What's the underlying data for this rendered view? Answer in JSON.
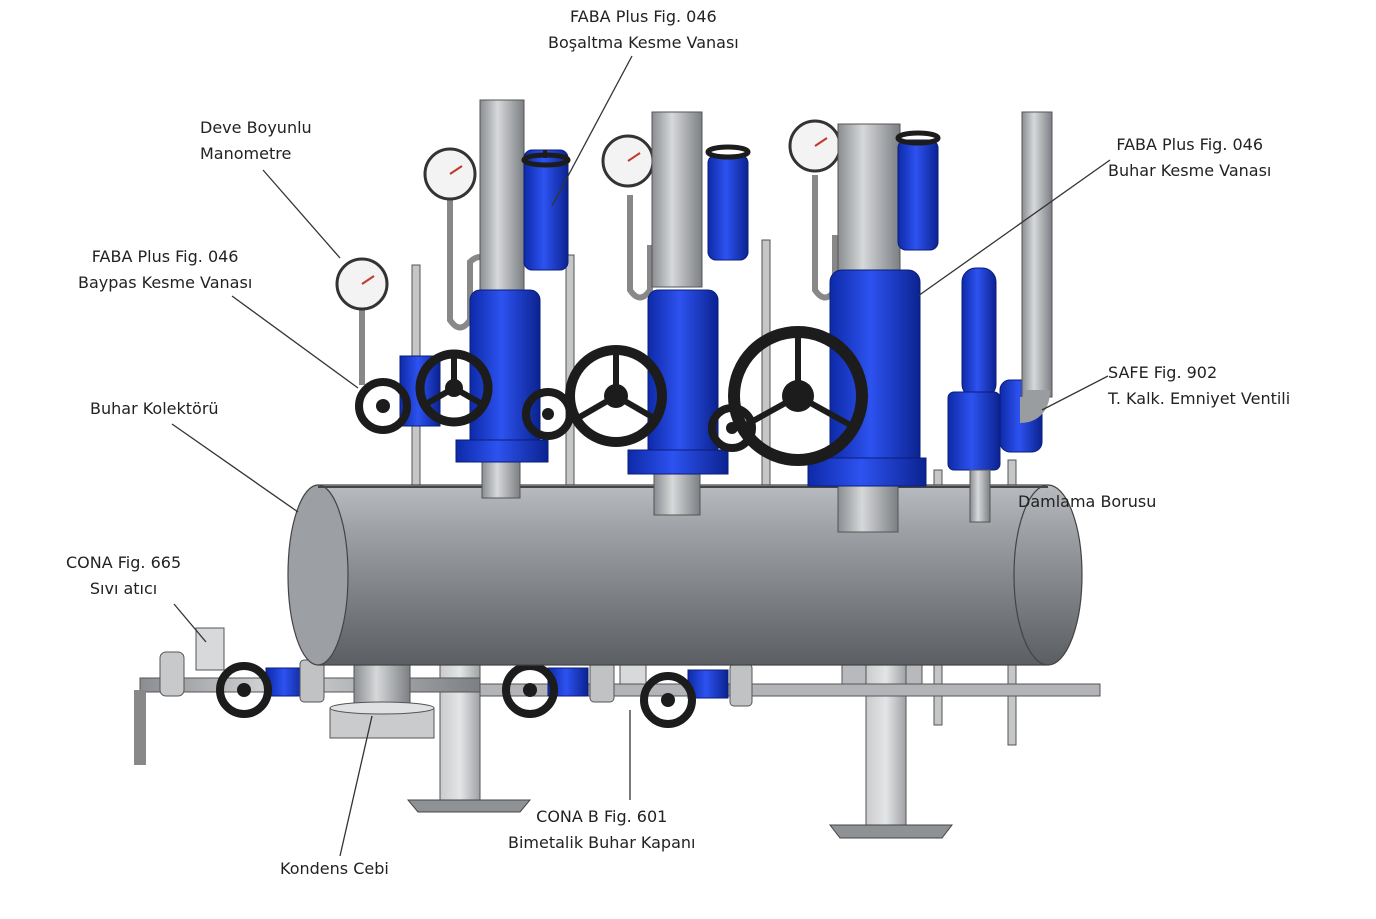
{
  "labels": {
    "bosaltma": {
      "line1": "FABA Plus Fig. 046",
      "line2": "Boşaltma Kesme Vanası"
    },
    "manometre": {
      "line1": "Deve Boyunlu",
      "line2": "Manometre"
    },
    "buhar_kesme": {
      "line1": "FABA Plus Fig. 046",
      "line2": "Buhar Kesme Vanası"
    },
    "baypas": {
      "line1": "FABA Plus Fig. 046",
      "line2": "Baypas Kesme Vanası"
    },
    "safe": {
      "line1": "SAFE Fig. 902",
      "line2": "T. Kalk. Emniyet Ventili"
    },
    "kolektor": {
      "line1": "Buhar Kolektörü"
    },
    "damlama": {
      "line1": "Damlama Borusu"
    },
    "cona665": {
      "line1": "CONA Fig. 665",
      "line2": "Sıvı atıcı"
    },
    "cona601": {
      "line1": "CONA B Fig. 601",
      "line2": "Bimetalik Buhar Kapanı"
    },
    "kondens": {
      "line1": "Kondens Cebi"
    }
  },
  "colors": {
    "valve_blue": "#1f3fd1",
    "steel": "#a9acb0",
    "steel_dark": "#6f7276",
    "handwheel": "#1c1c1c"
  }
}
